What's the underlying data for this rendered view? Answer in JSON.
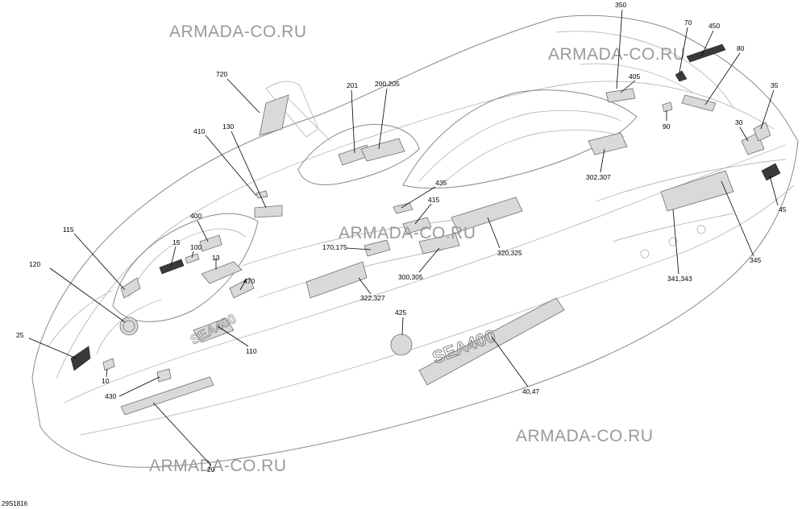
{
  "watermark_text": "ARMADA-CO.RU",
  "diagram_code": "29S1816",
  "hull_logo": "SEA400",
  "callouts": [
    {
      "id": "350",
      "label": "350"
    },
    {
      "id": "70",
      "label": "70"
    },
    {
      "id": "450",
      "label": "450"
    },
    {
      "id": "80",
      "label": "80"
    },
    {
      "id": "405",
      "label": "405"
    },
    {
      "id": "35",
      "label": "35"
    },
    {
      "id": "90",
      "label": "90"
    },
    {
      "id": "30",
      "label": "30"
    },
    {
      "id": "720",
      "label": "720"
    },
    {
      "id": "201",
      "label": "201"
    },
    {
      "id": "200_205",
      "label": "200,205"
    },
    {
      "id": "410",
      "label": "410"
    },
    {
      "id": "130",
      "label": "130"
    },
    {
      "id": "302_307",
      "label": "302,307"
    },
    {
      "id": "435",
      "label": "435"
    },
    {
      "id": "415",
      "label": "415"
    },
    {
      "id": "400",
      "label": "400"
    },
    {
      "id": "115",
      "label": "115"
    },
    {
      "id": "15",
      "label": "15"
    },
    {
      "id": "100",
      "label": "100"
    },
    {
      "id": "13",
      "label": "13"
    },
    {
      "id": "170_175",
      "label": "170,175"
    },
    {
      "id": "320_325",
      "label": "320,325"
    },
    {
      "id": "45",
      "label": "45"
    },
    {
      "id": "345",
      "label": "345"
    },
    {
      "id": "120",
      "label": "120"
    },
    {
      "id": "470",
      "label": "470"
    },
    {
      "id": "300_305",
      "label": "300,305"
    },
    {
      "id": "322_327",
      "label": "322,327"
    },
    {
      "id": "341_343",
      "label": "341,343"
    },
    {
      "id": "425",
      "label": "425"
    },
    {
      "id": "25",
      "label": "25"
    },
    {
      "id": "110",
      "label": "110"
    },
    {
      "id": "10",
      "label": "10"
    },
    {
      "id": "430",
      "label": "430"
    },
    {
      "id": "40_47",
      "label": "40,47"
    },
    {
      "id": "20",
      "label": "20"
    }
  ]
}
